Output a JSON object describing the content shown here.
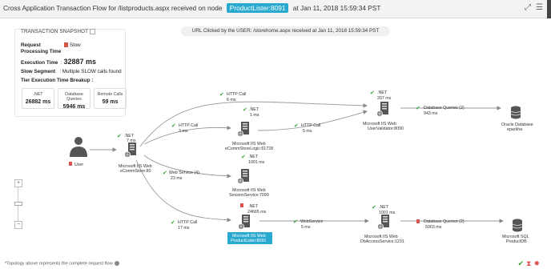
{
  "header": {
    "title_prefix": "Cross Application Transaction Flow for /listproducts.aspx received on node",
    "node_badge": "ProductLister:8091",
    "title_suffix": "at Jan 11, 2018 15:59:34 PST",
    "accent_color": "#2aa9d0"
  },
  "snapshot": {
    "heading": "TRANSACTION SNAPSHOT",
    "rows": [
      {
        "label": "Request Processing Time",
        "value": "Slow"
      },
      {
        "label": "Execution Time",
        "value": "32887 ms"
      },
      {
        "label": "Slow Segment",
        "value": "Multiple SLOW calls found"
      },
      {
        "label": "Tier Execution Time Breakup :",
        "value": ""
      }
    ],
    "breakup": [
      {
        "title": ".NET",
        "value": "26882 ms"
      },
      {
        "title": "Database Queries",
        "value": "5946 ms"
      },
      {
        "title": "Remote Calls",
        "value": "59 ms"
      }
    ]
  },
  "url_banner": "URL Clicked by the USER: /storehome.aspx received at Jan 11, 2018 15:59:34 PST",
  "nodes": {
    "user": {
      "label": "User"
    },
    "ecommstore": {
      "label1": "Microsoft IIS Web",
      "label2": "eCommStore:80"
    },
    "logic": {
      "label1": "Microsoft IIS Web",
      "label2": "eCommStoreLogic:61728"
    },
    "validator": {
      "label1": "Microsoft IIS Web",
      "label2": "UserValidator:8090"
    },
    "oracle": {
      "label1": "Oracle Database",
      "label2": "eparkha"
    },
    "session": {
      "label1": "Microsoft IIS Web",
      "label2": "SessionService:7099"
    },
    "lister": {
      "label1": "Microsoft IIS Web",
      "label2": "ProductLister:8091"
    },
    "dbaccess": {
      "label1": "Microsoft IIS Web",
      "label2": "DbAccessService:1231"
    },
    "mssql": {
      "label1": "Microsoft SQL",
      "label2": "ProductDB"
    }
  },
  "edges": {
    "store_net": {
      "name": ".NET",
      "time": "7 ms"
    },
    "http_top": {
      "name": "HTTP Call",
      "time": "6 ms"
    },
    "logic_net": {
      "name": ".NET",
      "time": "1 ms"
    },
    "http_logic": {
      "name": "HTTP Call",
      "time": "3 ms"
    },
    "http_val": {
      "name": "HTTP Call",
      "time": "5 ms"
    },
    "val_net": {
      "name": ".NET",
      "time": "207 ms"
    },
    "db_oracle": {
      "name": "Database Queries (2)",
      "time": "943 ms"
    },
    "ws_session": {
      "name": "Web Service (4)",
      "time": "23 ms"
    },
    "session_net": {
      "name": ".NET",
      "time": "1001 ms"
    },
    "http_lister": {
      "name": "HTTP Call",
      "time": "17 ms"
    },
    "lister_net": {
      "name": ".NET",
      "time": "24665 ms"
    },
    "ws_dbaccess": {
      "name": "WebService",
      "time": "5 ms"
    },
    "dbaccess_net": {
      "name": ".NET",
      "time": "1001 ms"
    },
    "db_mssql": {
      "name": "Database Queries (2)",
      "time": "5003 ms"
    }
  },
  "footer": {
    "note": "*Topology above represents the complete request flow"
  },
  "colors": {
    "ok": "#3aa33a",
    "slow": "#d9534f",
    "line": "#999999"
  }
}
